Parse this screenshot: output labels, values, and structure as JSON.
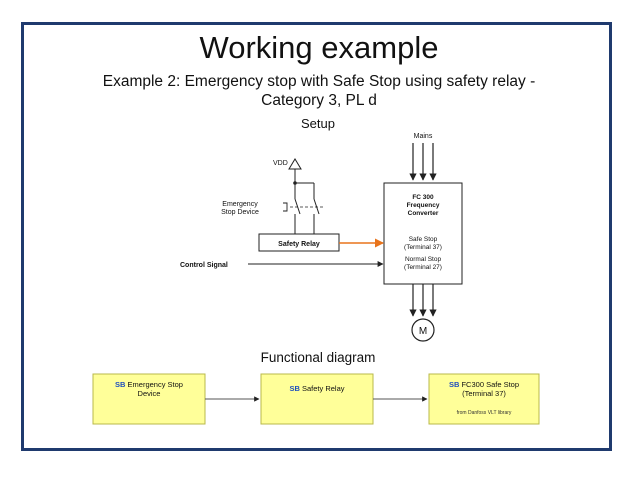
{
  "slide": {
    "title": "Working example",
    "subtitle_line1": "Example 2: Emergency stop with Safe Stop using safety relay -",
    "subtitle_line2": "Category 3, PL d"
  },
  "setup": {
    "heading": "Setup",
    "mains_label": "Mains",
    "vdd_label": "VDD",
    "estop_label_line1": "Emergency",
    "estop_label_line2": "Stop Device",
    "safety_relay_label": "Safety Relay",
    "control_signal_label": "Control Signal",
    "converter_line1": "FC 300",
    "converter_line2": "Frequency",
    "converter_line3": "Converter",
    "safe_stop_line1": "Safe Stop",
    "safe_stop_line2": "(Terminal 37)",
    "normal_stop_line1": "Normal Stop",
    "normal_stop_line2": "(Terminal 27)",
    "motor_label": "M"
  },
  "functional": {
    "heading": "Functional diagram",
    "box1_prefix": "SB",
    "box1_line1": " Emergency Stop",
    "box1_line2": "Device",
    "box2_prefix": "SB",
    "box2_line1": " Safety Relay",
    "box3_prefix": "SB",
    "box3_line1": " FC300 Safe Stop",
    "box3_line2": "(Terminal 37)",
    "box3_note": "from Danfoss VLT library"
  },
  "colors": {
    "frame": "#1f3a6e",
    "box_fill": "#ffff99",
    "box_border": "#b8b84a",
    "sb_text": "#1f4fbf",
    "orange_arrow": "#e8741c"
  }
}
